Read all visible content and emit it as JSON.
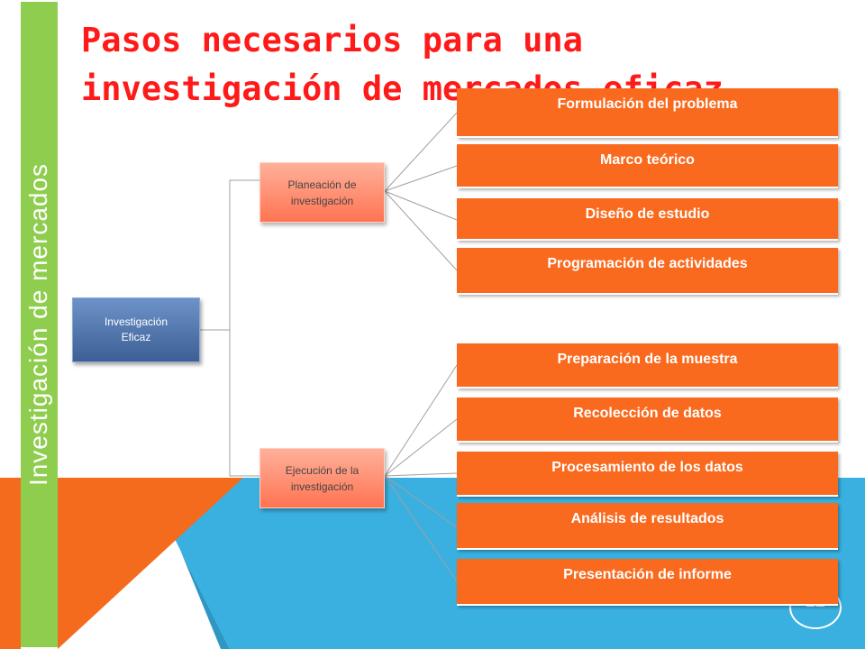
{
  "slide": {
    "title": "Pasos necesarios para una investigación de mercados eficaz",
    "sidebar_text": "Investigación de mercados",
    "page_number": "22"
  },
  "diagram": {
    "root": "Investigación Eficaz",
    "branches": [
      {
        "label": "Planeación de investigación",
        "steps": [
          "Formulación del problema",
          "Marco teórico",
          "Diseño  de estudio",
          "Programación de actividades"
        ]
      },
      {
        "label": "Ejecución de la investigación",
        "steps": [
          "Preparación de la muestra",
          "Recolección de datos",
          "Procesamiento de los datos",
          "Análisis de resultados",
          "Presentación de informe"
        ]
      }
    ]
  },
  "colors": {
    "title": "#ff1a1a",
    "sidebar": "#8fcd4e",
    "step_box": "#f96a1f",
    "root_box": "#4a6fa5",
    "branch_box": "#ff8a6b",
    "background_blue": "#3ab0e0",
    "background_orange": "#f46b1e"
  }
}
